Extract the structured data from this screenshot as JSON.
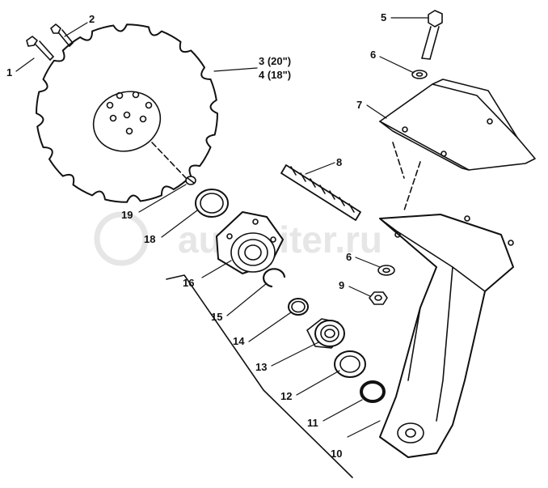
{
  "labels": {
    "p1": "1",
    "p2": "2",
    "p3": "3 (20\")",
    "p4": "4 (18\")",
    "p5": "5",
    "p6a": "6",
    "p6b": "6",
    "p7": "7",
    "p8": "8",
    "p9": "9",
    "p10": "10",
    "p11": "11",
    "p12": "12",
    "p13": "13",
    "p14": "14",
    "p15": "15",
    "p16": "16",
    "p18": "18",
    "p19": "19"
  },
  "watermark": "autopiter.ru",
  "colors": {
    "line": "#111111",
    "watermark": "#e6e6e6",
    "background": "#ffffff"
  }
}
